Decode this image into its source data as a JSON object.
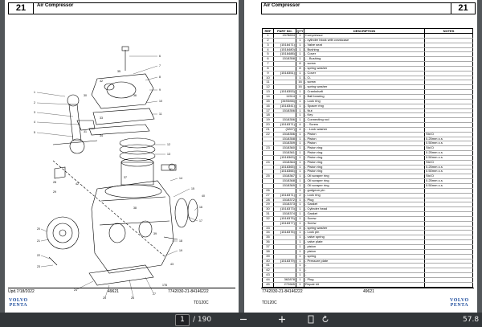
{
  "left_page": {
    "number": "21",
    "title": "Air Compressor",
    "footer_left": "Upd.7/18/2022",
    "footer_mid": "49621",
    "footer_right": "7742030-21-84146222",
    "footer_model": "TD120C",
    "logo_line1": "VOLVO",
    "logo_line2": "PENTA",
    "diagram_code": "1T6",
    "callouts": [
      "1",
      "2",
      "3",
      "4",
      "5",
      "6",
      "7",
      "8",
      "9",
      "10",
      "11",
      "12",
      "13",
      "14",
      "15",
      "16",
      "17",
      "18",
      "19",
      "20",
      "21",
      "22",
      "23",
      "24",
      "25",
      "26",
      "27",
      "28",
      "29",
      "30",
      "31",
      "32",
      "33",
      "34",
      "35",
      "36",
      "37",
      "38",
      "39",
      "40",
      "41",
      "42",
      "43"
    ]
  },
  "right_page": {
    "number": "21",
    "title": "Air Compressor",
    "footer_left": "7742030-21-84146222",
    "footer_mid": "49621",
    "footer_model": "TD120C",
    "logo_line1": "VOLVO",
    "logo_line2": "PENTA",
    "columns": [
      "REF",
      "PART NO.",
      "QTY",
      "DESCRIPTION",
      "NOTES"
    ],
    "rows": [
      [
        "1",
        "1578694",
        "1",
        "Compressor",
        ""
      ],
      [
        "2",
        "",
        "1",
        "- cylinder block with crankcase",
        ""
      ],
      [
        "3",
        "(1518471)",
        "1",
        "- Valve seat",
        ""
      ],
      [
        "4",
        "(1518480)",
        "1",
        "- Bushing",
        ""
      ],
      [
        "5",
        "(1518488)",
        "1",
        "- Cover",
        ""
      ],
      [
        "6",
        "1518358",
        "1",
        "- - Bushing",
        ""
      ],
      [
        "7",
        "",
        "8",
        "- screw",
        ""
      ],
      [
        "8",
        "",
        "8",
        "- spring washer",
        ""
      ],
      [
        "9",
        "(1518351)",
        "1",
        "- Cover",
        ""
      ],
      [
        "10",
        "",
        "1",
        "- O-",
        ""
      ],
      [
        "11",
        "",
        "16",
        "- screw",
        ""
      ],
      [
        "12",
        "",
        "16",
        "- spring washer",
        ""
      ],
      [
        "13",
        "(1518353)",
        "1",
        "- Crankshaft",
        ""
      ],
      [
        "14",
        "11514",
        "1",
        "- Ball bearing",
        ""
      ],
      [
        "15",
        "(3493/66)",
        "1",
        "- Lock ring",
        ""
      ],
      [
        "16",
        "(1518341)",
        "1",
        "- Spacer ring",
        ""
      ],
      [
        "17",
        "1518356",
        "1",
        "- Nut",
        ""
      ],
      [
        "18",
        "",
        "1",
        "- Key",
        ""
      ],
      [
        "19",
        "1518356",
        "1",
        "- Connecting rod",
        ""
      ],
      [
        "20",
        "(1518371)",
        "4",
        "- - Screw",
        ""
      ],
      [
        "21",
        "(3267)",
        "4",
        "- - Lock washer",
        ""
      ],
      [
        "22",
        "1518356",
        "1",
        "- Piston",
        "Std D"
      ],
      [
        "",
        "1518358",
        "1",
        "- Piston",
        "0.25mm o.s"
      ],
      [
        "",
        "1518359",
        "1",
        "- Piston",
        "0.50mm o.s"
      ],
      [
        "23",
        "1518360",
        "1",
        "- Piston ring",
        "Std D"
      ],
      [
        "",
        "1518361",
        "1",
        "- Piston ring",
        "0.25mm o.s"
      ],
      [
        "",
        "(1518363)",
        "1",
        "- Piston ring",
        "0.50mm o.s"
      ],
      [
        "24",
        "1518364",
        "1",
        "- Piston ring",
        "Std D"
      ],
      [
        "",
        "(1518365)",
        "1",
        "- Piston ring",
        "0.25mm o.s"
      ],
      [
        "",
        "(1518366)",
        "1",
        "- Piston ring",
        "0.50mm o.s"
      ],
      [
        "25",
        "1518367",
        "1",
        "- Oil scraper ring",
        "Std D"
      ],
      [
        "",
        "1518368",
        "1",
        "- Oil scraper ring",
        "0.25mm o.s"
      ],
      [
        "",
        "1518369",
        "1",
        "- Oil scraper ring",
        "0.50mm o.s"
      ],
      [
        "26",
        "",
        "1",
        "- gudgeon pin",
        ""
      ],
      [
        "27",
        "(1518371)",
        "2",
        "- Lock ring",
        ""
      ],
      [
        "28",
        "1518372",
        "1",
        "- Plug",
        ""
      ],
      [
        "29",
        "1518373",
        "1",
        "- Gasket",
        ""
      ],
      [
        "30",
        "(1518373)",
        "1",
        "- Cylinder head",
        ""
      ],
      [
        "31",
        "1518374",
        "1",
        "- Gasket",
        ""
      ],
      [
        "32",
        "(1518375)",
        "1",
        "- Screw",
        ""
      ],
      [
        "",
        "(1518377)",
        "1",
        "- Screw",
        ""
      ],
      [
        "33",
        "",
        "4",
        "- spring washer",
        ""
      ],
      [
        "34",
        "(1518376)",
        "1",
        "- Lock pin",
        ""
      ],
      [
        "35",
        "",
        "1",
        "- valve spring",
        ""
      ],
      [
        "36",
        "",
        "1",
        "- valve plate",
        ""
      ],
      [
        "37",
        "",
        "1",
        "- piston",
        ""
      ],
      [
        "38",
        "",
        "1",
        "- piston",
        ""
      ],
      [
        "39",
        "",
        "1",
        "- spring",
        ""
      ],
      [
        "40",
        "(1518379)",
        "1",
        "- Pressure plate",
        ""
      ],
      [
        "41",
        "",
        "1",
        "-",
        ""
      ],
      [
        "42",
        "",
        "1",
        "-",
        ""
      ],
      [
        "43",
        "",
        "1",
        "-",
        ""
      ],
      [
        "44",
        "362878",
        "1",
        "- Plug",
        ""
      ],
      [
        "45",
        "272665",
        "1",
        "Repair kit",
        ""
      ]
    ]
  },
  "toolbar": {
    "page_current": "1",
    "page_total": "/ 190",
    "zoom": "57.8"
  }
}
